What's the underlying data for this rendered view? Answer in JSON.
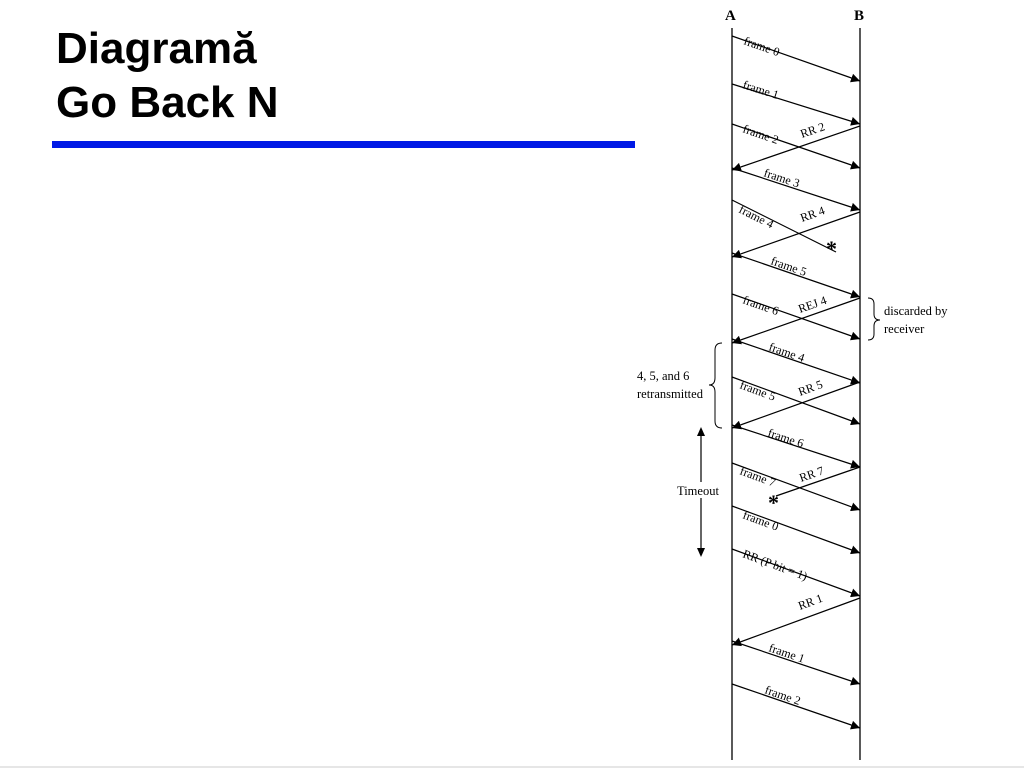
{
  "slide": {
    "title_line1": "Diagramă",
    "title_line2": "Go Back N",
    "accent_color": "#0019e6"
  },
  "diagram": {
    "endpoint_a": "A",
    "endpoint_b": "B",
    "lost_marker": "*",
    "messages": [
      {
        "label": "frame 0",
        "direction": "A-to-B"
      },
      {
        "label": "frame 1",
        "direction": "A-to-B"
      },
      {
        "label": "frame 2",
        "direction": "A-to-B"
      },
      {
        "label": "RR 2",
        "direction": "B-to-A"
      },
      {
        "label": "frame 3",
        "direction": "A-to-B"
      },
      {
        "label": "frame 4",
        "direction": "A-to-B",
        "lost": true
      },
      {
        "label": "RR 4",
        "direction": "B-to-A"
      },
      {
        "label": "frame 5",
        "direction": "A-to-B"
      },
      {
        "label": "frame 6",
        "direction": "A-to-B"
      },
      {
        "label": "REJ 4",
        "direction": "B-to-A"
      },
      {
        "label": "frame 4",
        "direction": "A-to-B"
      },
      {
        "label": "frame 5",
        "direction": "A-to-B"
      },
      {
        "label": "RR 5",
        "direction": "B-to-A"
      },
      {
        "label": "frame 6",
        "direction": "A-to-B"
      },
      {
        "label": "frame 7",
        "direction": "A-to-B"
      },
      {
        "label": "RR 7",
        "direction": "B-to-A",
        "lost": true
      },
      {
        "label": "frame 0",
        "direction": "A-to-B"
      },
      {
        "label": "RR (P bit = 1)",
        "direction": "A-to-B"
      },
      {
        "label": "RR 1",
        "direction": "B-to-A"
      },
      {
        "label": "frame 1",
        "direction": "A-to-B"
      },
      {
        "label": "frame 2",
        "direction": "A-to-B"
      }
    ],
    "annotations": {
      "discarded_line1": "discarded by",
      "discarded_line2": "receiver",
      "retransmitted_line1": "4, 5, and 6",
      "retransmitted_line2": "retransmitted",
      "timeout": "Timeout"
    }
  }
}
